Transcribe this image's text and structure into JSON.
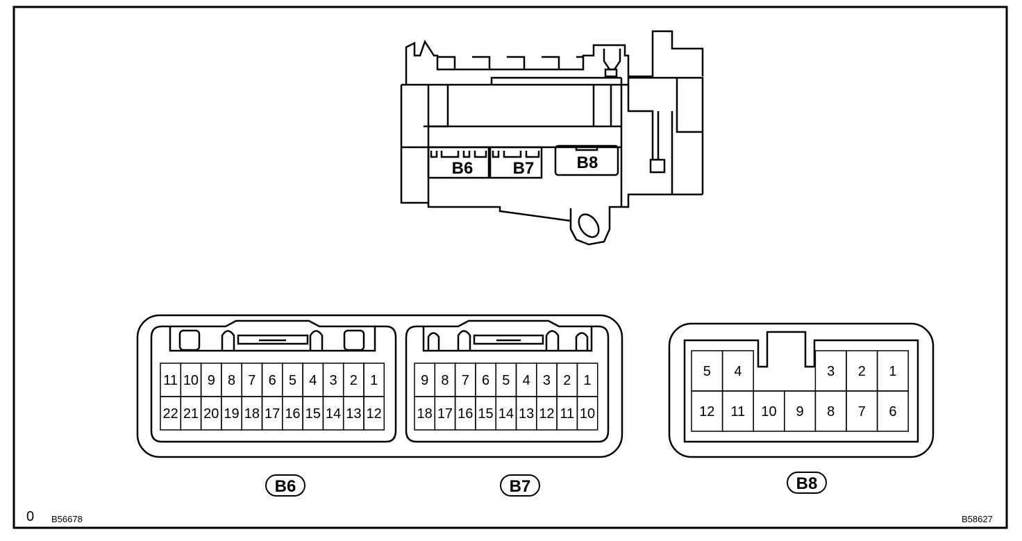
{
  "connectors": {
    "b6": {
      "label": "B6",
      "top_row": [
        "11",
        "10",
        "9",
        "8",
        "7",
        "6",
        "5",
        "4",
        "3",
        "2",
        "1"
      ],
      "bottom_row": [
        "22",
        "21",
        "20",
        "19",
        "18",
        "17",
        "16",
        "15",
        "14",
        "13",
        "12"
      ]
    },
    "b7": {
      "label": "B7",
      "top_row": [
        "9",
        "8",
        "7",
        "6",
        "5",
        "4",
        "3",
        "2",
        "1"
      ],
      "bottom_row": [
        "18",
        "17",
        "16",
        "15",
        "14",
        "13",
        "12",
        "11",
        "10"
      ]
    },
    "b8": {
      "label": "B8",
      "top_row": [
        "5",
        "4",
        "",
        "",
        "3",
        "2",
        "1"
      ],
      "bottom_row": [
        "12",
        "11",
        "10",
        "9",
        "8",
        "7",
        "6"
      ]
    }
  },
  "housing_labels": {
    "b6": "B6",
    "b7": "B7",
    "b8": "B8"
  },
  "footer": {
    "left_mark": "0",
    "left_code": "B56678",
    "right_code": "B58627"
  },
  "colors": {
    "line": "#000000",
    "background": "#ffffff"
  }
}
